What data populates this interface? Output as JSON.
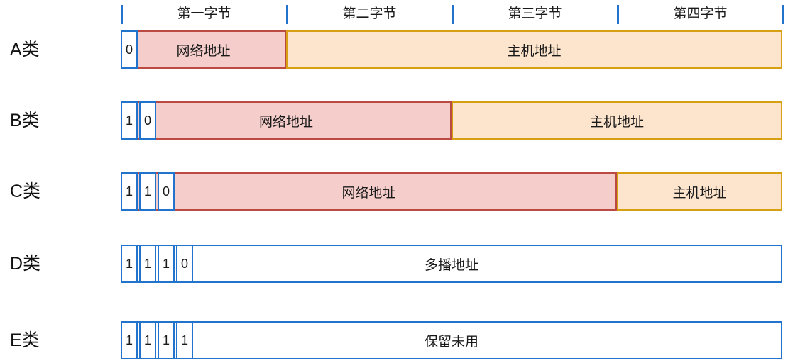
{
  "title": "IP address class structure diagram",
  "colors": {
    "blue": "#2273cc",
    "pink_fill": "#f5cecb",
    "pink_border": "#bb4a42",
    "orange_fill": "#fde5cd",
    "orange_border": "#d7a013",
    "text": "#1a1a1a"
  },
  "header": {
    "bytes": [
      "第一字节",
      "第二字节",
      "第三字节",
      "第四字节"
    ]
  },
  "rows": [
    {
      "label": "A类",
      "bits": [
        "0"
      ],
      "segments": [
        {
          "kind": "network",
          "text": "网络地址",
          "bytes": 1
        },
        {
          "kind": "host",
          "text": "主机地址",
          "bytes": 3
        }
      ]
    },
    {
      "label": "B类",
      "bits": [
        "1",
        "0"
      ],
      "segments": [
        {
          "kind": "network",
          "text": "网络地址",
          "bytes": 2
        },
        {
          "kind": "host",
          "text": "主机地址",
          "bytes": 2
        }
      ]
    },
    {
      "label": "C类",
      "bits": [
        "1",
        "1",
        "0"
      ],
      "segments": [
        {
          "kind": "network",
          "text": "网络地址",
          "bytes": 3
        },
        {
          "kind": "host",
          "text": "主机地址",
          "bytes": 1
        }
      ]
    },
    {
      "label": "D类",
      "bits": [
        "1",
        "1",
        "1",
        "0"
      ],
      "segments": [
        {
          "kind": "reserved",
          "text": "多播地址",
          "bytes": 4
        }
      ]
    },
    {
      "label": "E类",
      "bits": [
        "1",
        "1",
        "1",
        "1"
      ],
      "segments": [
        {
          "kind": "reserved",
          "text": "保留未用",
          "bytes": 4
        }
      ]
    }
  ]
}
